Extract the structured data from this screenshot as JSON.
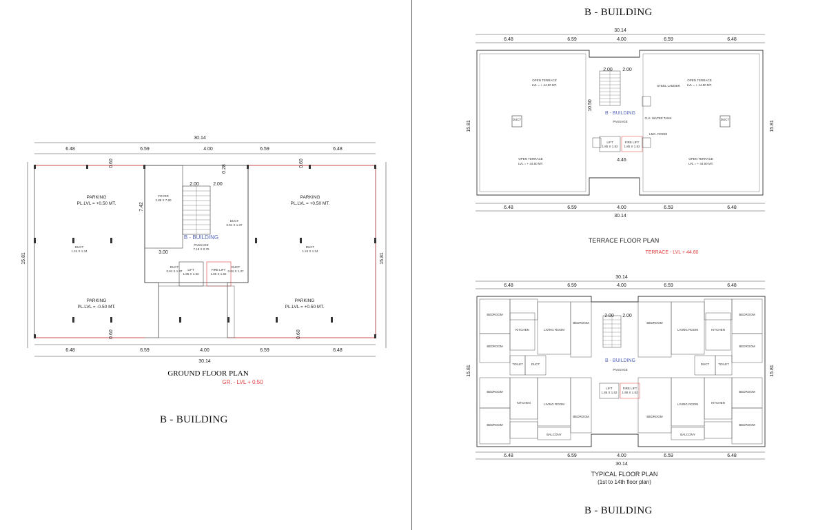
{
  "left": {
    "heading": "B - BUILDING",
    "plan_title": "GROUND FLOOR PLAN",
    "level": "GR. - LVL  + 0.50",
    "dims": {
      "total_top": "30.14",
      "total_bottom": "30.14",
      "seg1": "6.48",
      "seg2": "6.59",
      "seg3": "4.00",
      "seg4": "6.59",
      "seg5": "6.48",
      "height": "15.81",
      "foyer_h": "7.42",
      "stair_a": "2.00",
      "stair_b": "2.00",
      "d060a": "0.60",
      "d060b": "0.60",
      "d060c": "0.60",
      "d060d": "0.60",
      "d028": "0.28",
      "d300": "3.00"
    },
    "rooms": {
      "parking_tl": "PARKING",
      "lvl_tl": "PL.LVL = +0.50 MT.",
      "parking_tr": "PARKING",
      "lvl_tr": "PL.LVL = +0.50 MT.",
      "parking_bl": "PARKING",
      "lvl_bl": "PL.LVL = -0.50 MT.",
      "parking_br": "PARKING",
      "lvl_br": "PL.LVL = +0.50 MT.",
      "foyer": "FOYER",
      "foyer_size": "2.88 X 7.80",
      "building": "B - BUILDING",
      "passage": "PASSAGE",
      "passage_size": "7.18 X 0.76",
      "lift": "LIFT",
      "lift_size": "1.85 X 1.82",
      "fire_lift": "FIRE LIFT",
      "fire_lift_size": "1.85 X 1.82",
      "duct_left": "DUCT",
      "duct_left_size": "1.24 X 1.34",
      "duct_right": "DUCT",
      "duct_right_size": "1.24 X 1.34",
      "duct_core_a": "DUCT",
      "duct_core_a_size": "0.91 X 1.37",
      "duct_core_b": "DUCT",
      "duct_core_b_size": "0.91 X 1.37",
      "duct_core_c": "DUCT",
      "duct_core_c_size": "0.91 X 1.37"
    }
  },
  "right": {
    "heading_top": "B - BUILDING",
    "heading_bottom": "B - BUILDING",
    "terrace": {
      "plan_title": "TERRACE FLOOR PLAN",
      "level": "TERRACE - LVL  + 44.60",
      "total": "30.14",
      "segs": [
        "6.48",
        "6.59",
        "4.00",
        "6.59",
        "6.48"
      ],
      "height": "15.81",
      "open_terrace": "OPEN TERRACE",
      "lvl_a": "LVL = + 44.60 MT.",
      "building": "B - BUILDING",
      "passage": "PASSAGE",
      "lift": "LIFT",
      "lift_size": "1.85 X 1.82",
      "fire_lift": "FIRE LIFT",
      "fire_lift_size": "1.85 X 1.82",
      "steel_ladder": "STEEL LADDER",
      "water_tank": "O.H. WATER TANK",
      "lmc_room": "LMC. ROOM",
      "duct": "DUCT",
      "stair_a": "2.00",
      "stair_b": "2.00",
      "d446": "4.46",
      "d1050": "10.50"
    },
    "typical": {
      "plan_title": "TYPICAL FLOOR PLAN",
      "plan_sub": "(1st to 14th floor plan)",
      "total": "30.14",
      "segs": [
        "6.48",
        "6.59",
        "4.00",
        "6.59",
        "6.48"
      ],
      "height": "15.81",
      "building": "B - BUILDING",
      "bedroom": "BEDROOM",
      "kitchen": "KITCHEN",
      "living": "LIVING ROOM",
      "toilet": "TOILET",
      "duct": "DUCT",
      "balcony": "BALCONY",
      "passage": "PASSAGE",
      "lift": "LIFT",
      "lift_size": "1.85 X 1.82",
      "fire_lift": "FIRE LIFT",
      "fire_lift_size": "1.85 X 1.82",
      "stair_a": "2.00",
      "stair_b": "2.00"
    }
  },
  "colors": {
    "line": "#333333",
    "red": "#e23b3b",
    "blue": "#5566bb"
  }
}
